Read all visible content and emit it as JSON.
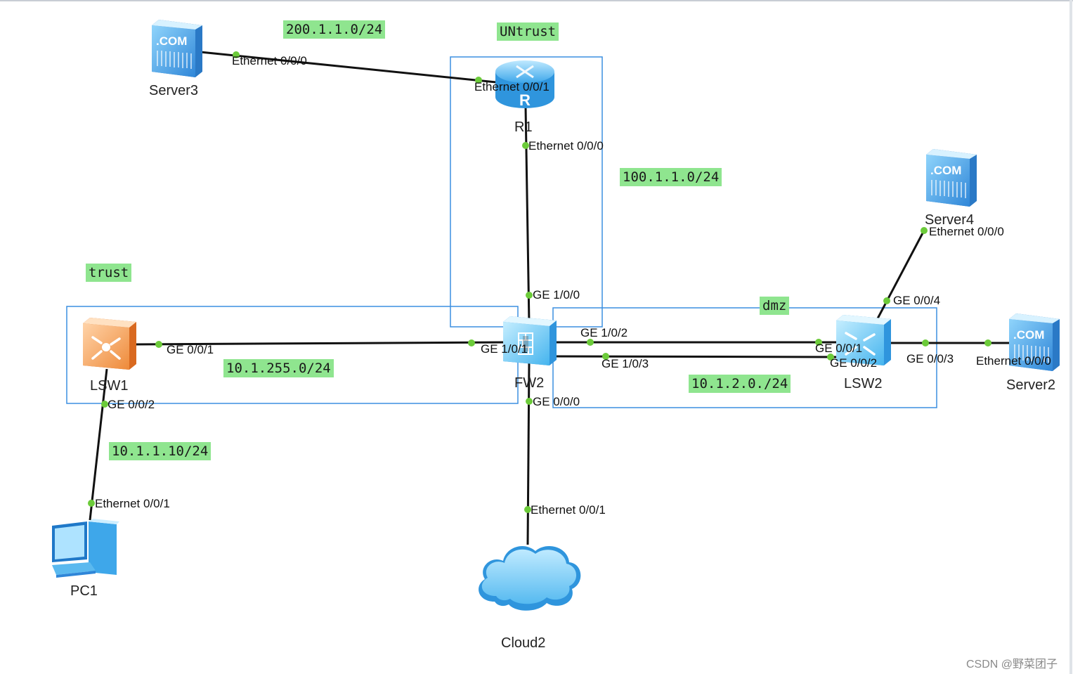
{
  "notes": {
    "net_200": "200.1.1.0/24",
    "untrust": "UNtrust",
    "net_100": "100.1.1.0/24",
    "trust": "trust",
    "dmz": "dmz",
    "net_10_1_255": "10.1.255.0/24",
    "net_10_1_2": "10.1.2.0./24",
    "net_10_1_1": "10.1.1.10/24"
  },
  "devices": {
    "server3": "Server3",
    "r1": "R1",
    "server4": "Server4",
    "lsw1": "LSW1",
    "fw2": "FW2",
    "lsw2": "LSW2",
    "server2": "Server2",
    "pc1": "PC1",
    "cloud2": "Cloud2"
  },
  "ports": {
    "server3_eth000": "Ethernet 0/0/0",
    "r1_eth001": "Ethernet 0/0/1",
    "r1_eth000": "Ethernet 0/0/0",
    "fw2_ge100": "GE 1/0/0",
    "fw2_ge101": "GE 1/0/1",
    "fw2_ge102": "GE 1/0/2",
    "fw2_ge103": "GE 1/0/3",
    "fw2_ge000": "GE 0/0/0",
    "lsw1_ge001": "GE 0/0/1",
    "lsw1_ge002": "GE 0/0/2",
    "pc1_eth001": "Ethernet 0/0/1",
    "cloud2_eth001": "Ethernet 0/0/1",
    "lsw2_ge001": "GE 0/0/1",
    "lsw2_ge002": "GE 0/0/2",
    "lsw2_ge003": "GE 0/0/3",
    "lsw2_ge004": "GE 0/0/4",
    "server4_eth000": "Ethernet 0/0/0",
    "server2_eth000": "Ethernet 0/0/0"
  },
  "icon_text": {
    "server_badge": ".COM",
    "router_badge": "R"
  },
  "watermark": "CSDN @野菜团子",
  "colors": {
    "note_bg": "#8fe58f",
    "zone_border": "#3c8fe0",
    "port_dot": "#6ccb3a",
    "link": "#111111"
  }
}
